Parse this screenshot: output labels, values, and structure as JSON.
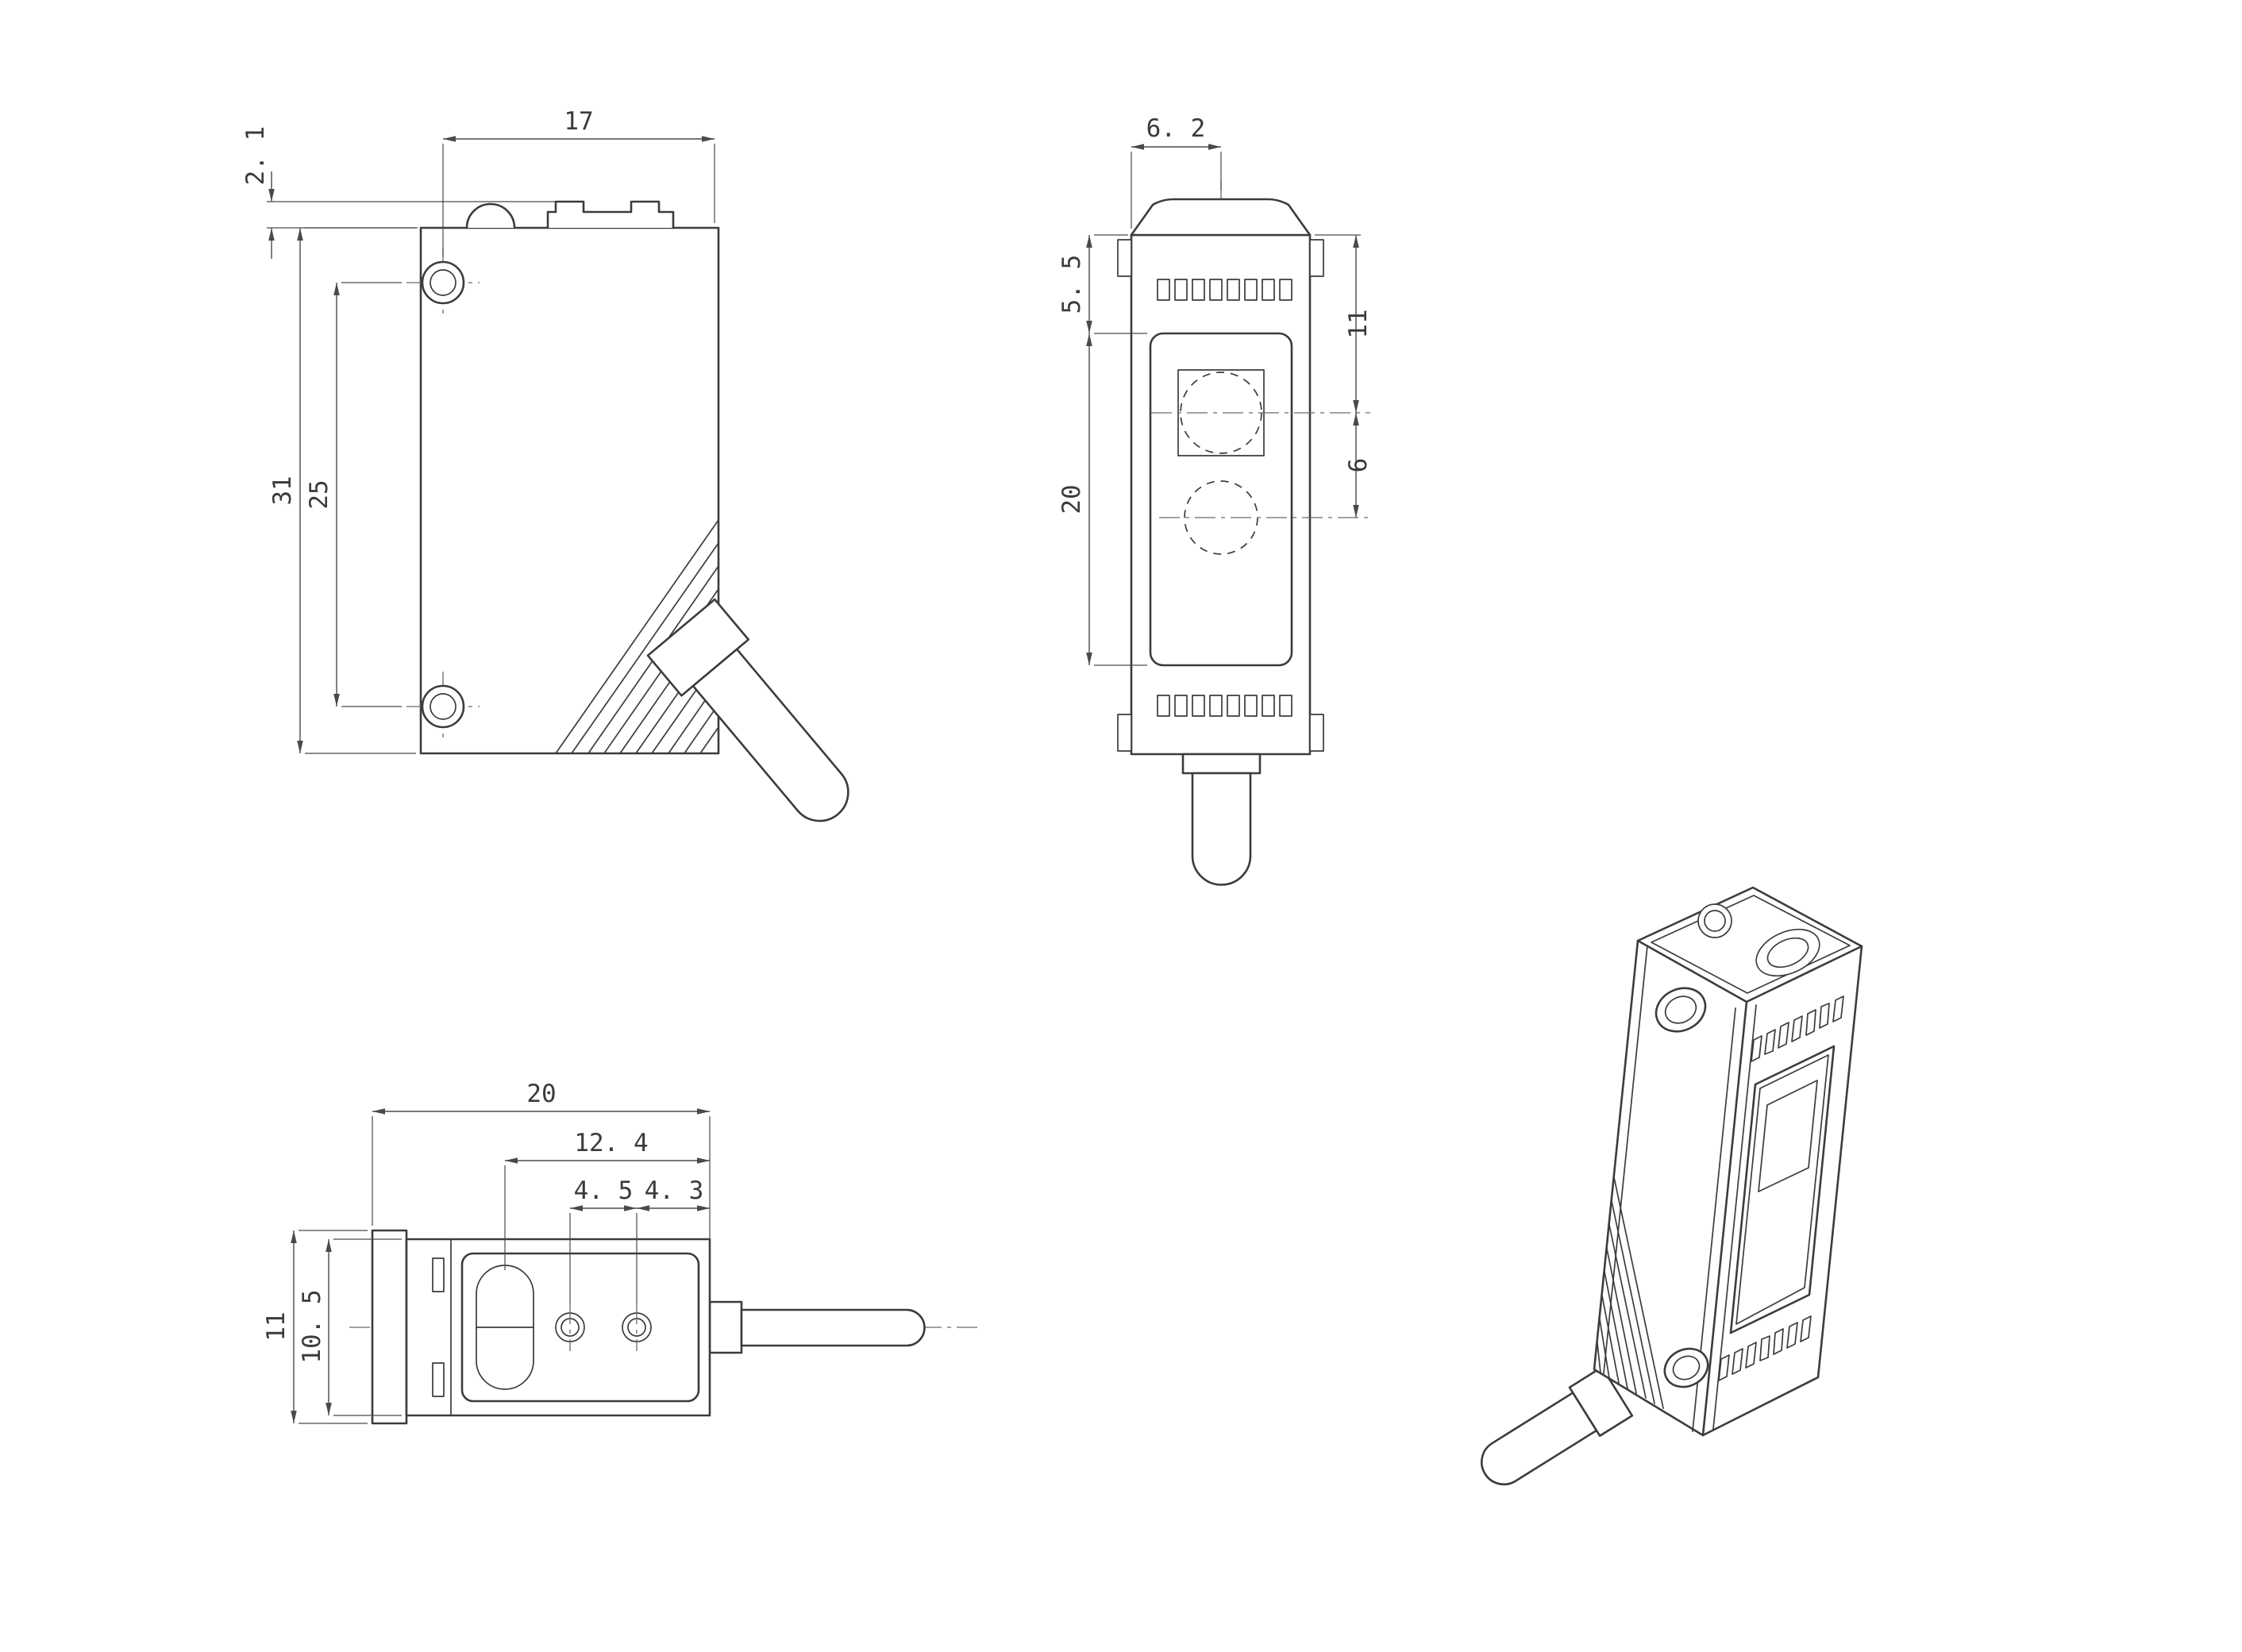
{
  "views": {
    "side": {
      "dims": {
        "width": "17",
        "bump": "2. 1",
        "height": "31",
        "hole_spacing": "25"
      }
    },
    "front": {
      "dims": {
        "center_offset": "6. 2",
        "top_section": "5. 5",
        "window_height": "20",
        "lens_center": "11",
        "lens_pitch": "6"
      }
    },
    "bottom": {
      "dims": {
        "depth": "20",
        "emitter_offset": "12. 4",
        "hole_pitch": "4. 5",
        "edge_offset": "4. 3",
        "width": "11",
        "body_width": "10. 5"
      }
    }
  }
}
